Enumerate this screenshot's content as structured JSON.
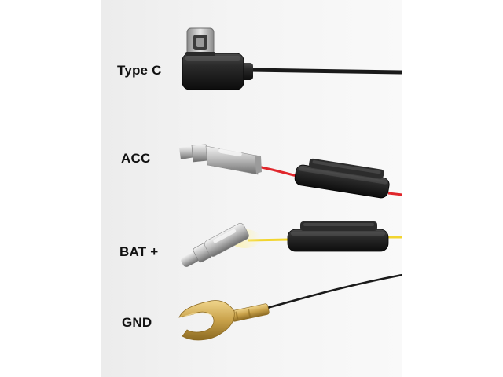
{
  "labels": {
    "type_c": "Type C",
    "acc": "ACC",
    "bat": "BAT +",
    "gnd": "GND"
  },
  "colors": {
    "background": "#f2f2f2",
    "wire_black": "#1a1a1a",
    "wire_red": "#e0262b",
    "wire_yellow": "#f2d530",
    "metal": "#c9c9c9",
    "brass": "#c9a24a"
  }
}
